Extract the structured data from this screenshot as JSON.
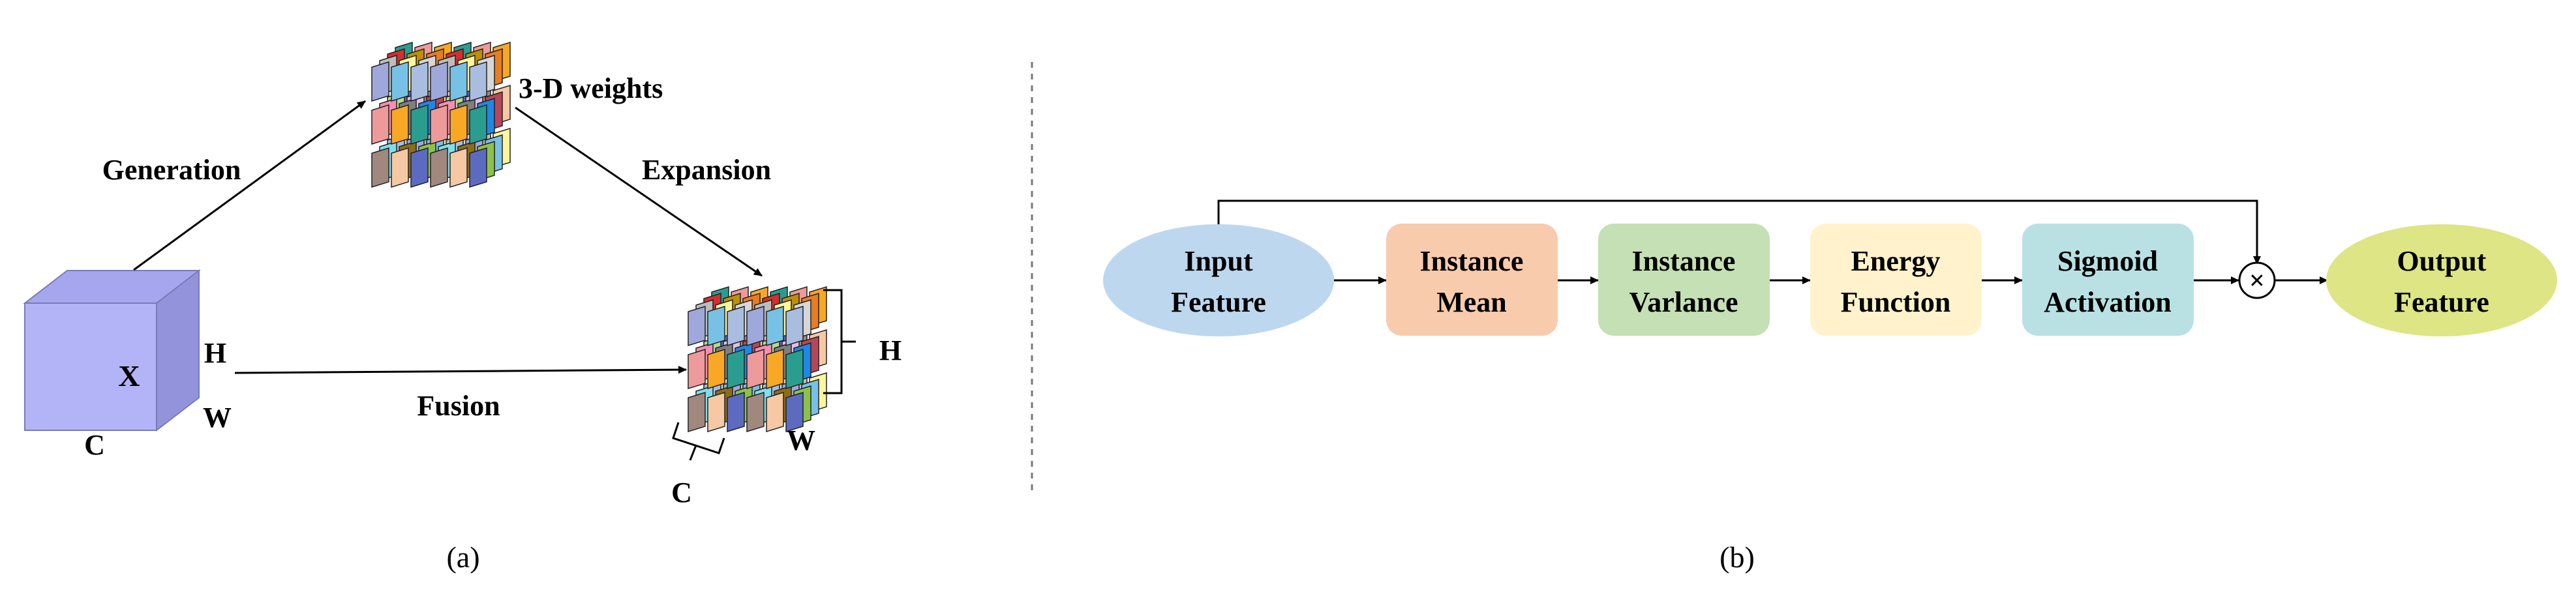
{
  "panel_a": {
    "cube_label": "X",
    "cube_h": "H",
    "cube_w": "W",
    "cube_c": "C",
    "weights_label": "3-D weights",
    "generation_label": "Generation",
    "expansion_label": "Expansion",
    "fusion_label": "Fusion",
    "output_h": "H",
    "output_w": "W",
    "output_c": "C",
    "caption": "(a)",
    "colors": {
      "cube_front": "#b3b3f7",
      "cube_top": "#a6a6ee",
      "cube_side": "#9393dc",
      "cube_edge": "#7a7ab8"
    },
    "weight_palette": [
      "#f6c8a3",
      "#f9a825",
      "#78c1e6",
      "#b8465a",
      "#e87d22",
      "#8bc34a",
      "#1e88e5",
      "#d7d7d7",
      "#5c6bc0",
      "#2a9d8f",
      "#a8bde0",
      "#b5d98f",
      "#d32f2f",
      "#80deea",
      "#f48fb1",
      "#bdbdbd",
      "#a1887f",
      "#ef9a9a",
      "#9fa8da",
      "#e1bee7",
      "#bf9000",
      "#8c6e18",
      "#7f7f7f",
      "#fff59d"
    ]
  },
  "panel_b": {
    "nodes": [
      {
        "id": "input",
        "lines": [
          "Input",
          "Feature"
        ],
        "shape": "ellipse",
        "fill": "#bdd7ee"
      },
      {
        "id": "mean",
        "lines": [
          "Instance",
          "Mean"
        ],
        "shape": "rect",
        "fill": "#f8cbad"
      },
      {
        "id": "variance",
        "lines": [
          "Instance",
          "Varlance"
        ],
        "shape": "rect",
        "fill": "#c5e0b4"
      },
      {
        "id": "energy",
        "lines": [
          "Energy",
          "Function"
        ],
        "shape": "rect",
        "fill": "#fff2cc"
      },
      {
        "id": "sigmoid",
        "lines": [
          "Sigmoid",
          "Activation"
        ],
        "shape": "rect",
        "fill": "#b9e1e4"
      },
      {
        "id": "output",
        "lines": [
          "Output",
          "Feature"
        ],
        "shape": "ellipse",
        "fill": "#dde585"
      }
    ],
    "multiply_symbol": "×",
    "caption": "(b)"
  }
}
